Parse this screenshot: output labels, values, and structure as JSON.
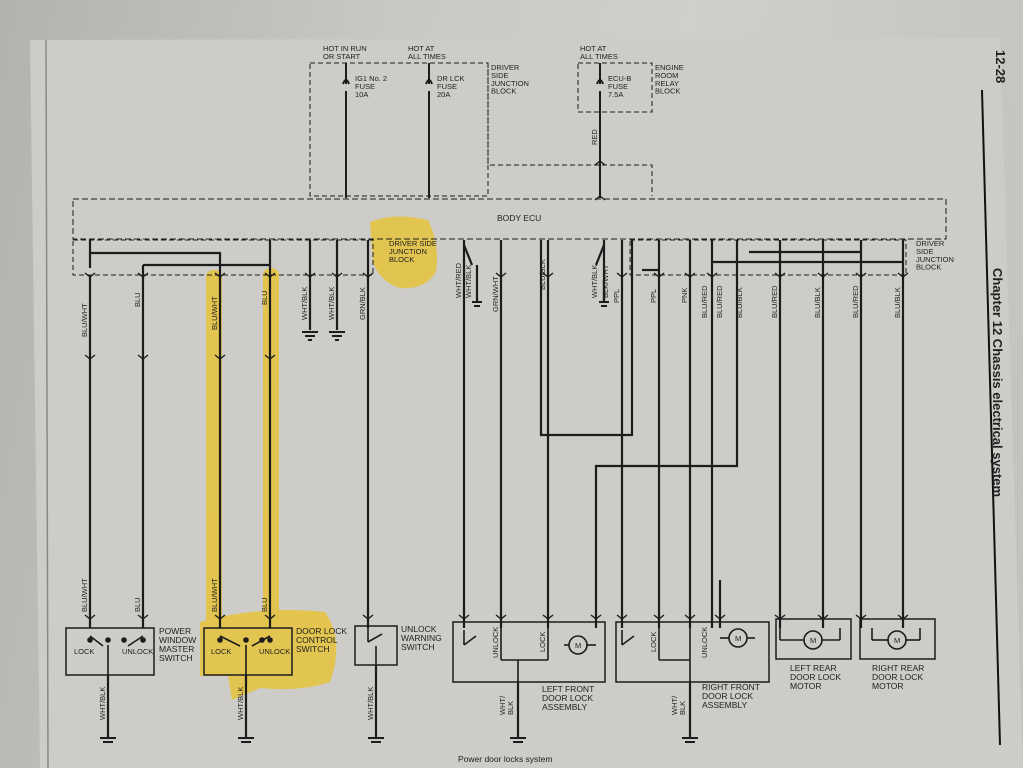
{
  "page": {
    "number": "12-28",
    "chapter": "Chapter 12  Chassis electrical system",
    "caption": "Power door locks system"
  },
  "fuses": {
    "hot_in_run": "HOT IN RUN\nOR START",
    "hot_at_all_times_1": "HOT AT\nALL TIMES",
    "hot_at_all_times_2": "HOT AT\nALL TIMES",
    "ig1_fuse": "IG1 No. 2\nFUSE\n10A",
    "dr_lck_fuse": "DR LCK\nFUSE\n20A",
    "ecu_b_fuse": "ECU-B\nFUSE\n7.5A",
    "driver_side_jb_top": "DRIVER\nSIDE\nJUNCTION\nBLOCK",
    "engine_room_relay_block": "ENGINE\nROOM\nRELAY\nBLOCK"
  },
  "ecu": {
    "label": "BODY ECU"
  },
  "junction_blocks": {
    "left": "DRIVER SIDE\nJUNCTION\nBLOCK",
    "right": "DRIVER\nSIDE\nJUNCTION\nBLOCK"
  },
  "wires": {
    "red": "RED",
    "w1": "BLU/WHT",
    "w2": "BLU",
    "w3": "BLU/WHT",
    "w4": "BLU",
    "w5": "WHT/BLK",
    "w6": "WHT/BLK",
    "w7": "GRN/BLK",
    "w8": "WHT/RED",
    "w9": "WHT/BLK",
    "w10": "GRN/WHT",
    "w11": "BLU/BLK",
    "w12": "WHT/BLK",
    "w13": "BLK/WHT",
    "w14": "PPL",
    "w15": "PPL",
    "w16": "PNK",
    "w17": "BLU/RED",
    "w18": "BLU/RED",
    "w19": "BLU/BLK",
    "w20": "BLU/RED",
    "w21": "BLU/BLK",
    "w22": "BLU/RED",
    "w23": "BLU/BLK",
    "b1": "BLU/WHT",
    "b2": "BLU",
    "b3": "BLU/WHT",
    "b4": "BLU",
    "g1": "WHT/BLK",
    "g2": "WHT/BLK",
    "g3": "WHT/BLK",
    "g4": "WHT/\nBLK",
    "g5": "WHT/\nBLK"
  },
  "components": {
    "pwms": "POWER\nWINDOW\nMASTER\nSWITCH",
    "dlcs": "DOOR LOCK\nCONTROL\nSWITCH",
    "uws": "UNLOCK\nWARNING\nSWITCH",
    "lfdla": "LEFT FRONT\nDOOR LOCK\nASSEMBLY",
    "rfdla": "RIGHT FRONT\nDOOR LOCK\nASSEMBLY",
    "lrdlm": "LEFT REAR\nDOOR LOCK\nMOTOR",
    "rrdlm": "RIGHT REAR\nDOOR LOCK\nMOTOR"
  },
  "switch_labels": {
    "lock": "LOCK",
    "unlock": "UNLOCK",
    "lock2": "LOCK",
    "unlock2": "UNLOCK",
    "lf_unlock": "UNLOCK",
    "lf_lock": "LOCK",
    "rf_lock": "LOCK",
    "rf_unlock": "UNLOCK",
    "motor": "M"
  },
  "colors": {
    "ink": "#1c1c1c",
    "paper": "#cfcecb",
    "highlight": "#e8c22e"
  }
}
